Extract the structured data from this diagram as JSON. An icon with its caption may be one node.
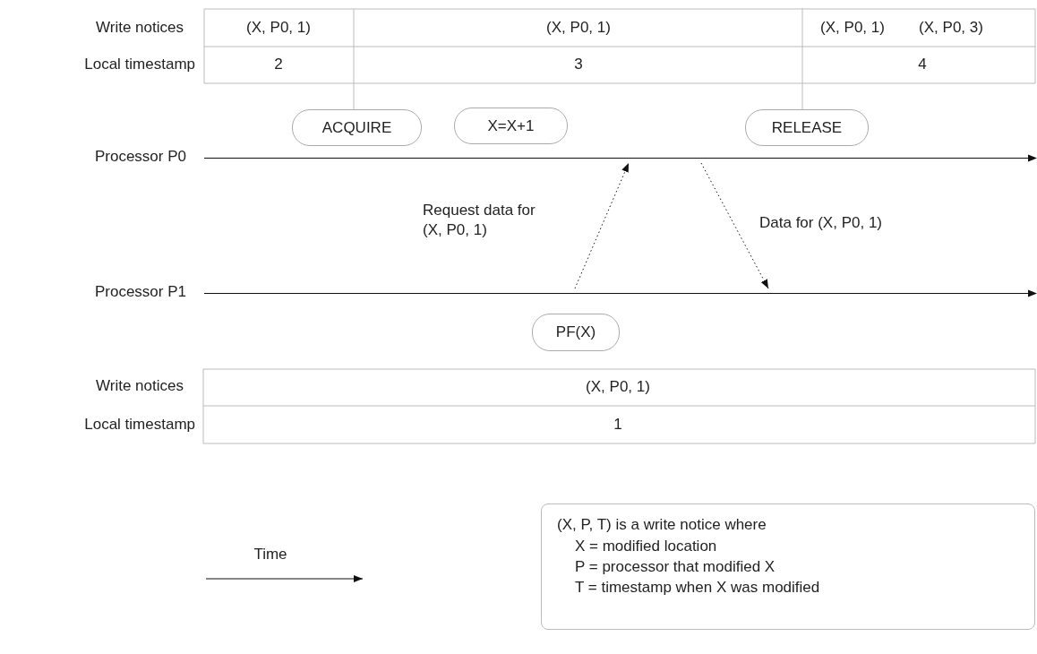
{
  "diagram": {
    "nodes": [
      {
        "text": [
          "ACQUIRE"
        ]
      },
      {
        "text": [
          "X=X+1"
        ]
      },
      {
        "text": [
          "RELEASE"
        ]
      },
      {
        "text": [],
        "shape": "bar",
        "beside": [
          "Processor P0"
        ]
      },
      {
        "text": [],
        "shape": "bar",
        "beside": [
          "Processor P1"
        ]
      },
      {
        "text": [
          "PF(X)"
        ]
      },
      {
        "text": [
          "(X, P, T) is a write notice where",
          "X = modified location",
          "P = processor that modified X",
          "T = timestamp when X was modified"
        ]
      }
    ],
    "edges": [
      {
        "from": 4,
        "to": 3,
        "arrow": "to",
        "style": "dashed",
        "label": "Request data for (X, P0, 1)"
      },
      {
        "from": 3,
        "to": 4,
        "arrow": "to",
        "style": "dashed",
        "label": "Data for (X, P0, 1)"
      }
    ],
    "labels": [
      "Write notices",
      "(X, P0, 1)",
      "(X, P0, 1)",
      "(X, P0, 1)",
      "(X, P0, 3)",
      "Local timestamp",
      "2",
      "3",
      "4",
      "Write notices",
      "(X, P0, 1)",
      "Local timestamp",
      "1",
      "Time"
    ]
  }
}
